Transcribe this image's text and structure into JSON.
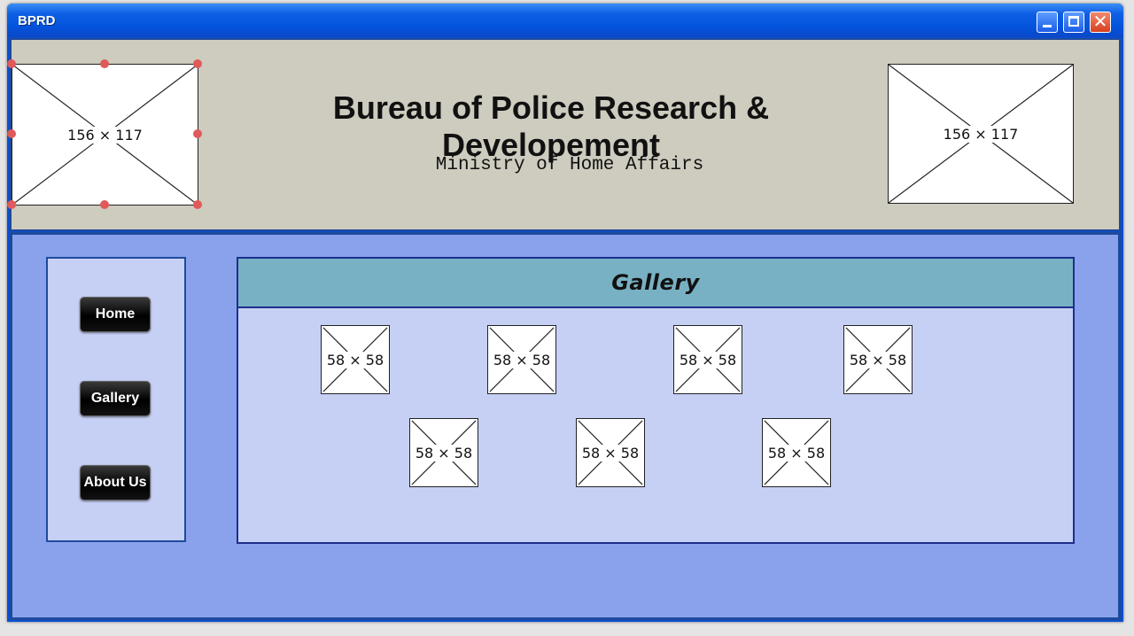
{
  "window": {
    "title": "BPRD",
    "minimize_icon": "minimize-icon",
    "maximize_icon": "maximize-icon",
    "close_icon": "close-icon",
    "close_glyph": "✕"
  },
  "header": {
    "logo_left_label": "156 × 117",
    "logo_right_label": "156 × 117",
    "title": "Bureau of Police Research & Developement",
    "subtitle": "Ministry of Home Affairs"
  },
  "sidebar": {
    "items": [
      {
        "label": "Home"
      },
      {
        "label": "Gallery"
      },
      {
        "label": "About Us"
      }
    ]
  },
  "gallery": {
    "title": "Gallery",
    "images": [
      {
        "label": "58 × 58"
      },
      {
        "label": "58 × 58"
      },
      {
        "label": "58 × 58"
      },
      {
        "label": "58 × 58"
      },
      {
        "label": "58 × 58"
      },
      {
        "label": "58 × 58"
      },
      {
        "label": "58 × 58"
      }
    ]
  },
  "colors": {
    "titlebar": "#0453dc",
    "header_bg": "#cecbbf",
    "body_bg": "#8aa2ec",
    "panel_bg": "#c6d0f5",
    "gallery_header_bg": "#79b1c4",
    "selection_handle": "#e05a5a"
  }
}
